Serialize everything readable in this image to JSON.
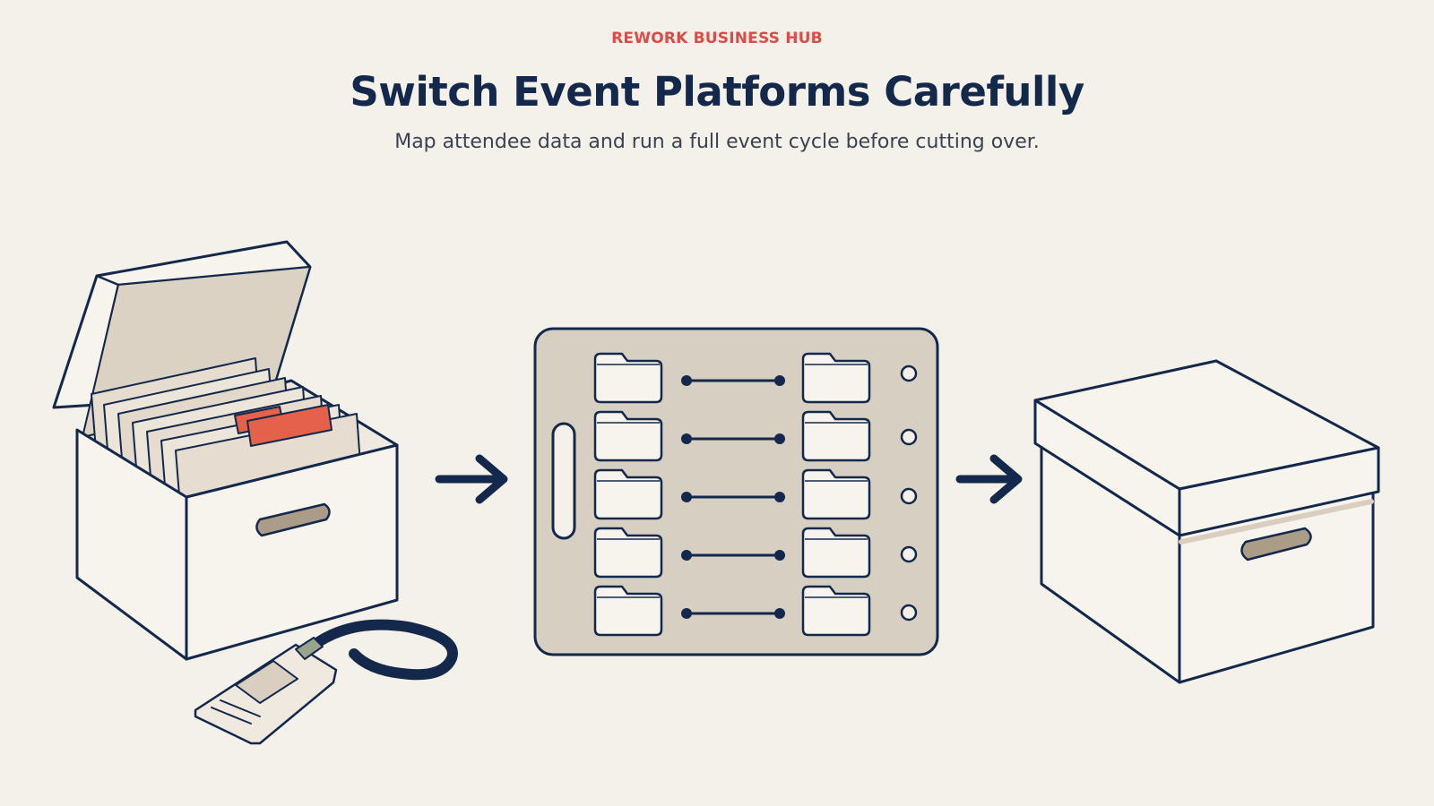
{
  "header": {
    "kicker": "REWORK BUSINESS HUB",
    "title": "Switch Event Platforms Carefully",
    "subtitle": "Map attendee data and run a full event cycle before cutting over."
  },
  "diagram": {
    "steps": [
      {
        "name": "open-file-box",
        "icon": "open-file-box-icon"
      },
      {
        "name": "field-mapping-board",
        "icon": "mapping-board-icon"
      },
      {
        "name": "closed-archive-box",
        "icon": "closed-box-icon"
      }
    ],
    "mapping_rows": 5,
    "extra_icon": "attendee-badge-icon"
  },
  "colors": {
    "background": "#f4f1ea",
    "accent": "#de4b47",
    "ink": "#13284a",
    "board": "#d8cfc3",
    "folder_tab": "#e5614b"
  }
}
